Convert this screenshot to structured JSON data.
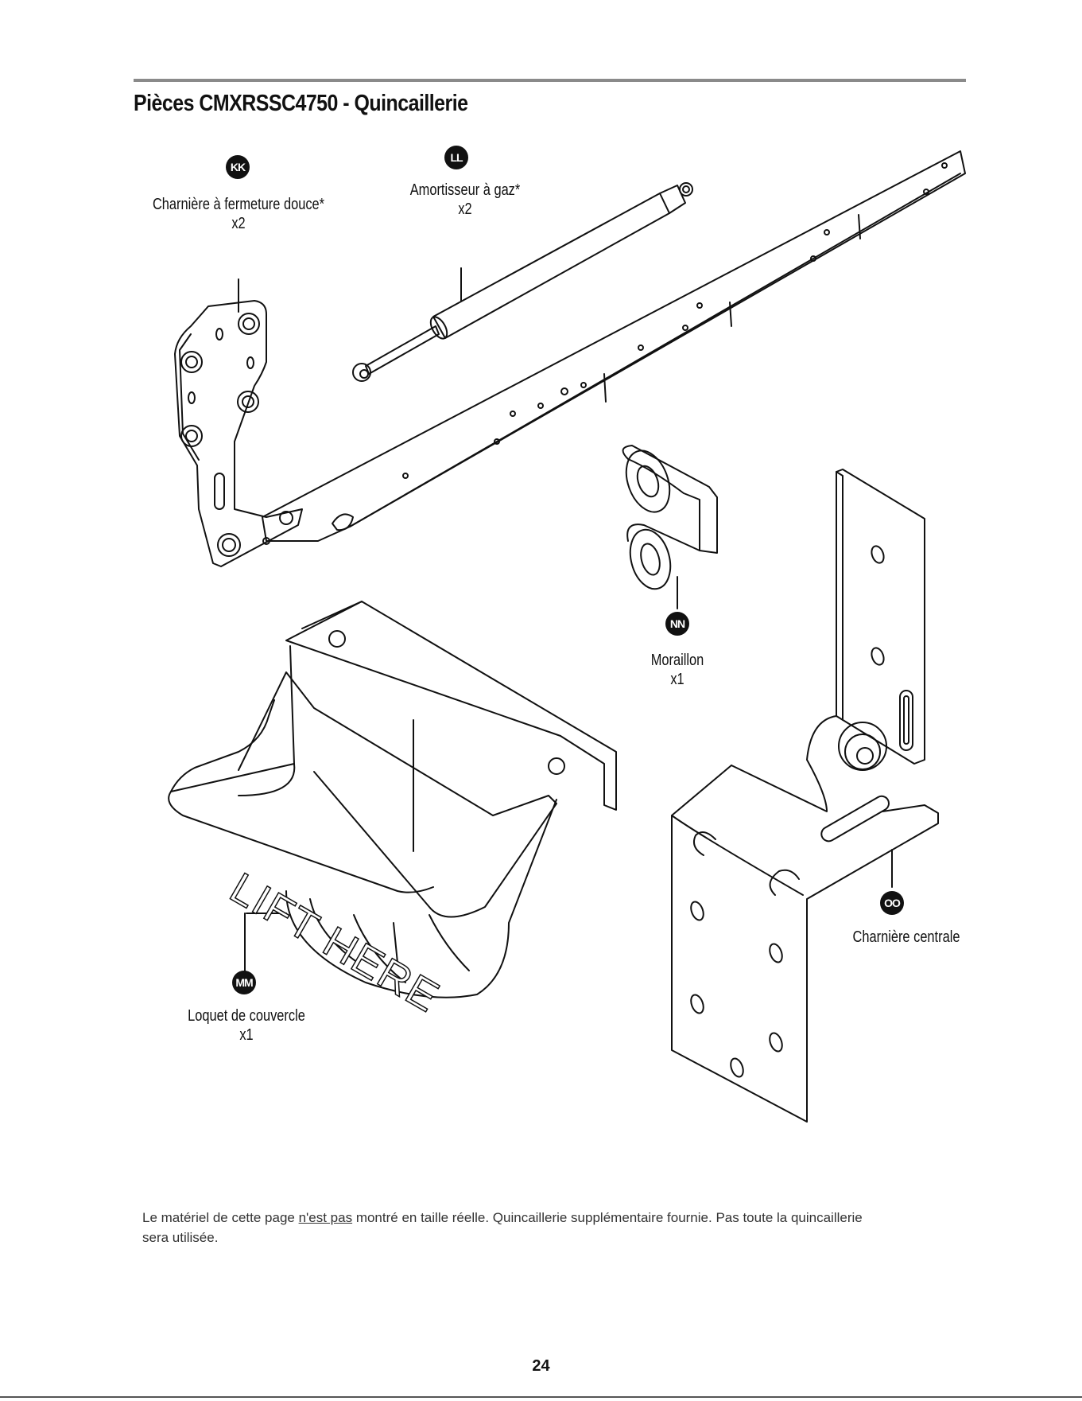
{
  "page": {
    "title": "Pièces CMXRSSC4750 - Quincaillerie",
    "page_number": "24"
  },
  "parts": {
    "kk": {
      "code": "KK",
      "name": "Charnière à fermeture douce*",
      "qty": "x2",
      "icon": "soft-close-hinge-icon"
    },
    "ll": {
      "code": "LL",
      "name": "Amortisseur à gaz*",
      "qty": "x2",
      "icon": "gas-strut-icon"
    },
    "nn": {
      "code": "NN",
      "name": "Moraillon",
      "qty": "x1",
      "icon": "hasp-icon"
    },
    "mm": {
      "code": "MM",
      "name": "Loquet de couvercle",
      "qty": "x1",
      "icon": "lid-latch-icon"
    },
    "oo": {
      "code": "OO",
      "name": "Charnière centrale",
      "icon": "center-hinge-icon"
    }
  },
  "latch_embossing": "LIFT HERE",
  "note": {
    "before": "Le matériel de cette page ",
    "emphasis": "n'est pas",
    "after": " montré en taille réelle. Quincaillerie supplémentaire fournie. Pas toute la quincaillerie sera utilisée."
  },
  "colors": {
    "ink": "#111111",
    "rule": "#8a8a8a",
    "badge_fill": "#111111",
    "badge_text": "#ffffff"
  }
}
